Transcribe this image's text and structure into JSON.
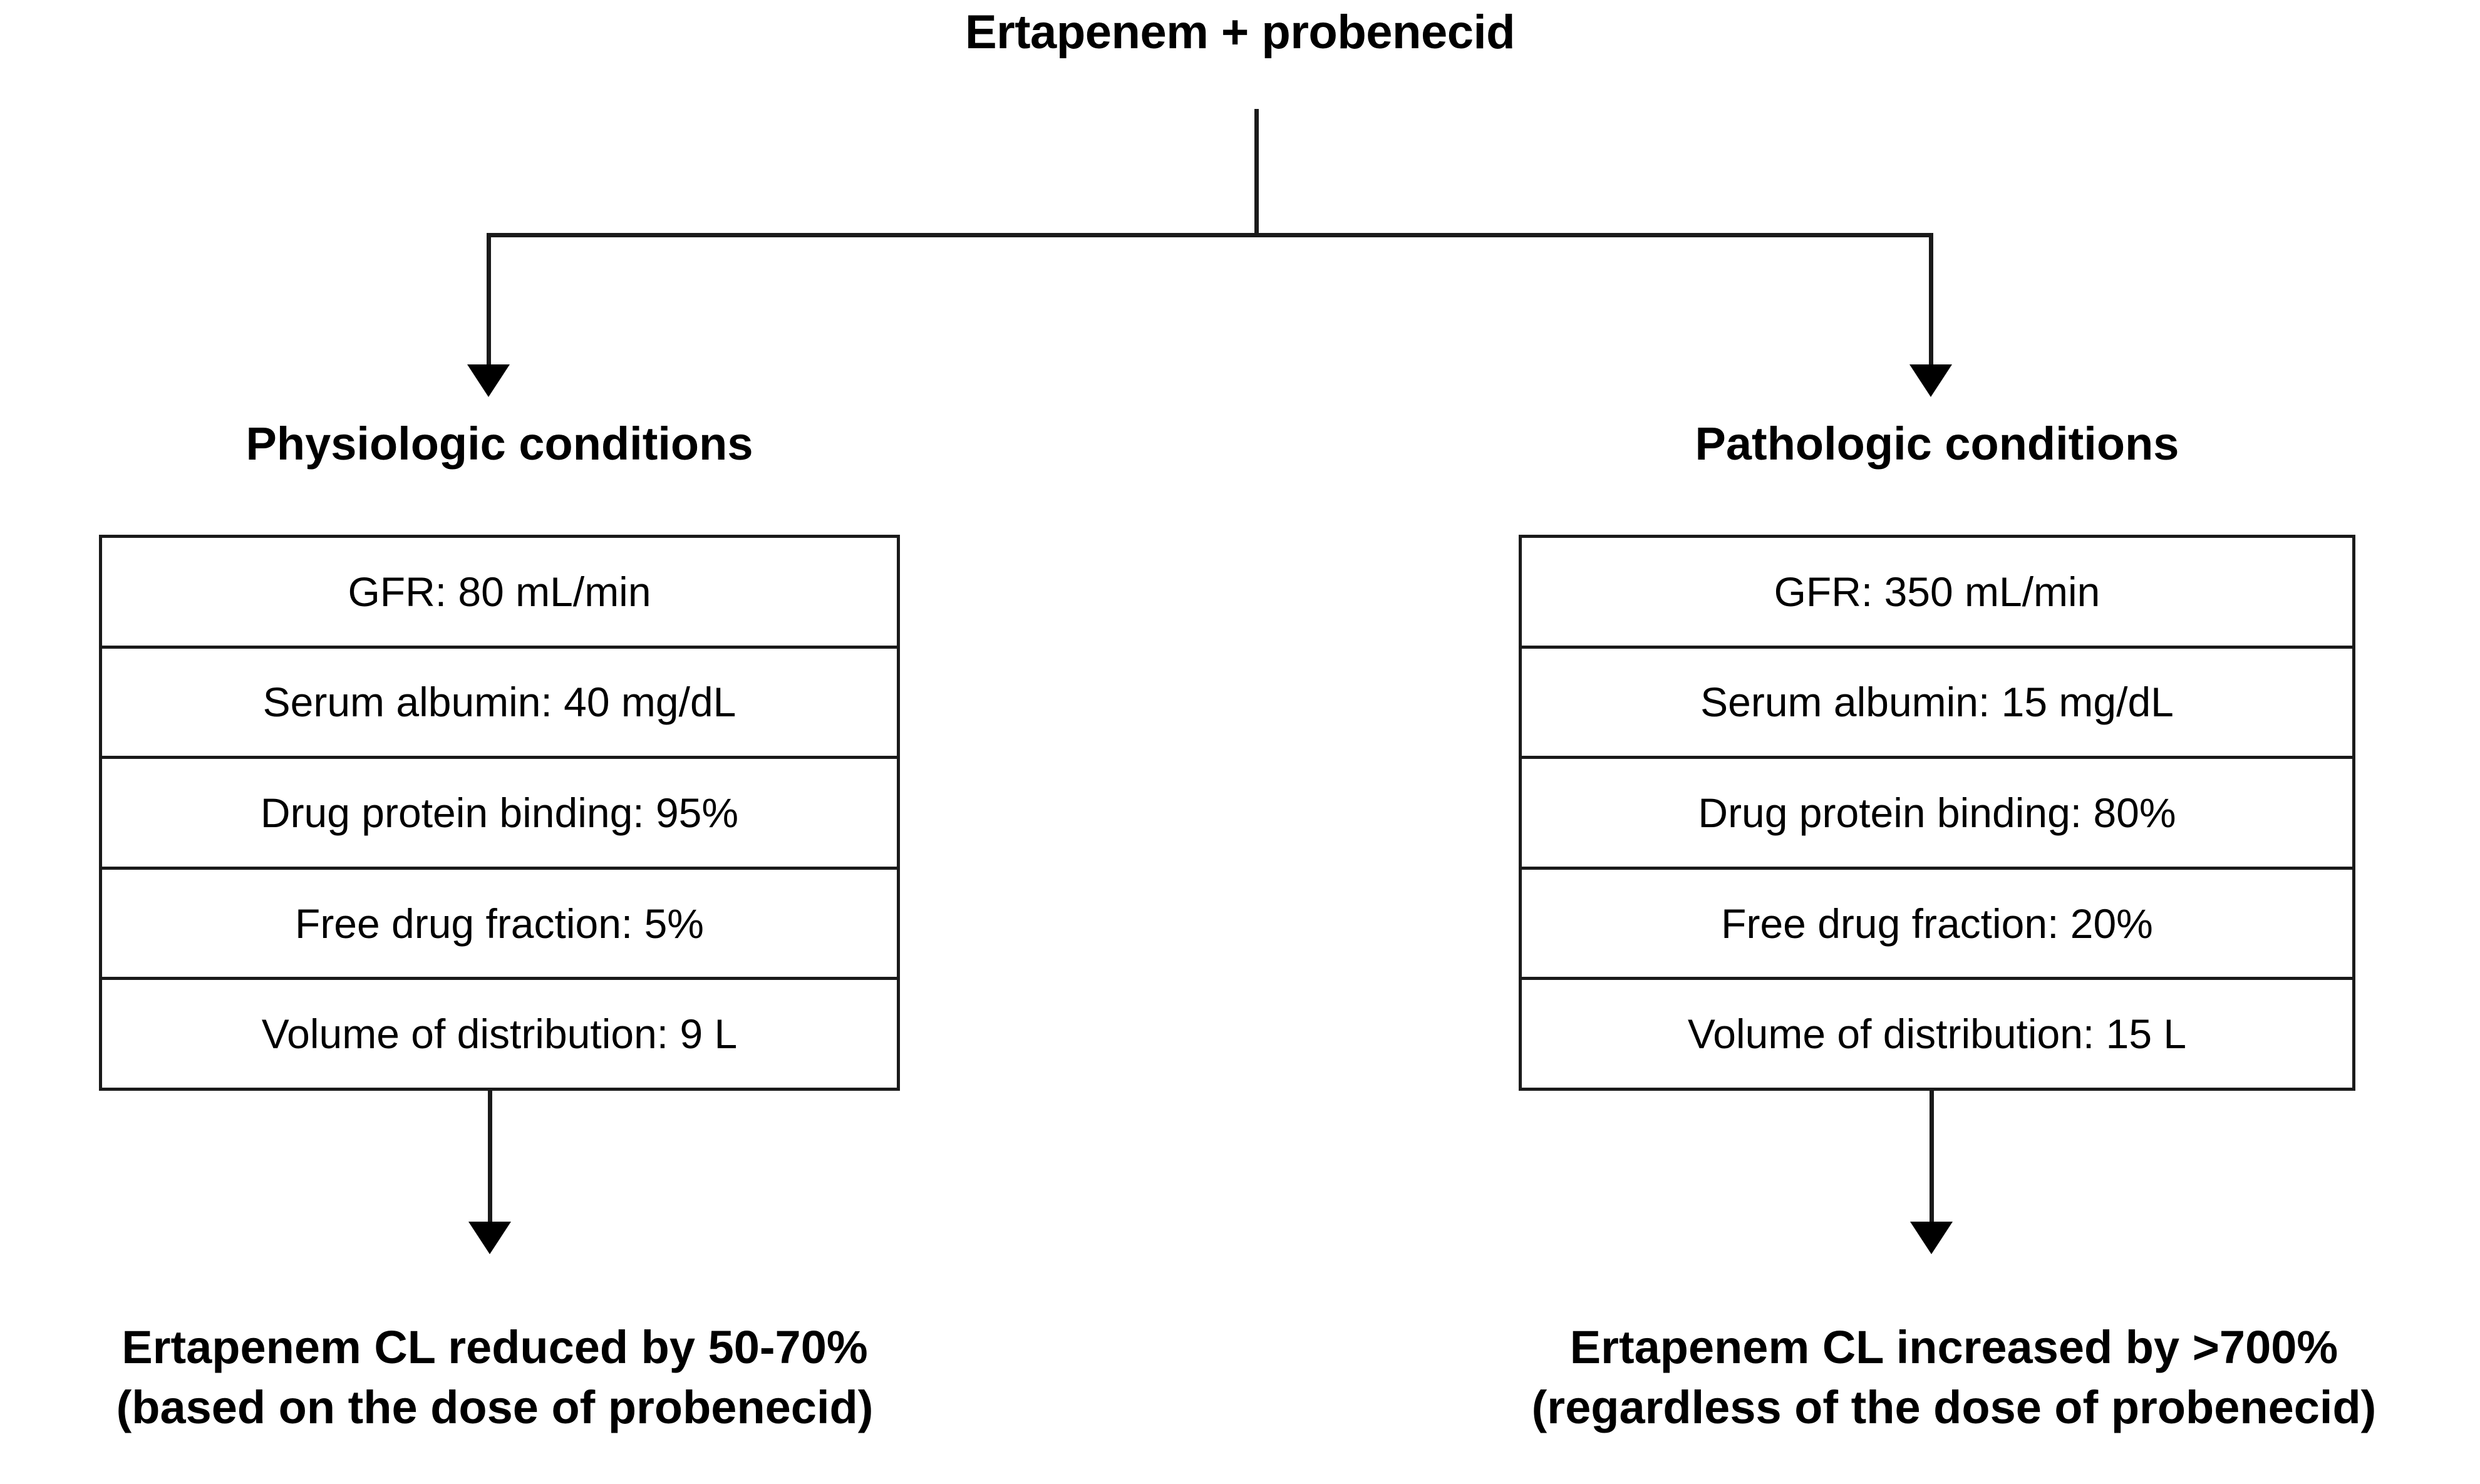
{
  "diagram": {
    "title": "Ertapenem + probenecid",
    "branches": [
      {
        "header": "Physiologic conditions",
        "attributes": [
          "GFR: 80 mL/min",
          "Serum albumin: 40 mg/dL",
          "Drug protein binding: 95%",
          "Free drug fraction: 5%",
          "Volume of distribution: 9 L"
        ],
        "conclusion_line1": "Ertapenem CL reduced by 50-70%",
        "conclusion_line2": "(based on the dose of probenecid)"
      },
      {
        "header": "Pathologic conditions",
        "attributes": [
          "GFR: 350 mL/min",
          "Serum albumin: 15 mg/dL",
          "Drug protein binding: 80%",
          "Free drug fraction: 20%",
          "Volume of distribution: 15 L"
        ],
        "conclusion_line1": "Ertapenem CL increased by >700%",
        "conclusion_line2": "(regardless of the dose of probenecid)"
      }
    ],
    "colors": {
      "line": "#1a1a1a",
      "text": "#000000",
      "background": "#ffffff"
    }
  }
}
